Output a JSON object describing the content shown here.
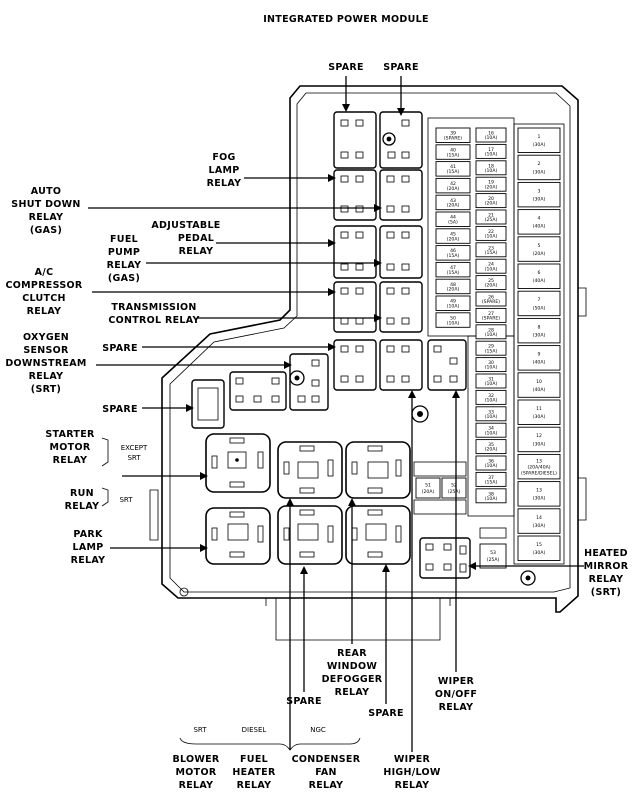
{
  "title": "INTEGRATED POWER MODULE",
  "labels": {
    "spare_top_1": "SPARE",
    "spare_top_2": "SPARE",
    "fog_lamp_relay": [
      "FOG",
      "LAMP",
      "RELAY"
    ],
    "auto_shut_down_relay": [
      "AUTO",
      "SHUT DOWN",
      "RELAY",
      "(GAS)"
    ],
    "adjustable_pedal_relay": [
      "ADJUSTABLE",
      "PEDAL",
      "RELAY"
    ],
    "fuel_pump_relay": [
      "FUEL",
      "PUMP",
      "RELAY",
      "(GAS)"
    ],
    "ac_compressor_clutch_relay": [
      "A/C",
      "COMPRESSOR",
      "CLUTCH",
      "RELAY"
    ],
    "transmission_control_relay": [
      "TRANSMISSION",
      "CONTROL RELAY"
    ],
    "spare_mid": "SPARE",
    "oxygen_sensor_downstream_relay": [
      "OXYGEN",
      "SENSOR",
      "DOWNSTREAM",
      "RELAY",
      "(SRT)"
    ],
    "spare_left": "SPARE",
    "starter_motor_relay": [
      "STARTER",
      "MOTOR",
      "RELAY"
    ],
    "except_srt": [
      "EXCEPT",
      "SRT"
    ],
    "run_relay": [
      "RUN",
      "RELAY"
    ],
    "srt_bracket": "SRT",
    "park_lamp_relay": [
      "PARK",
      "LAMP",
      "RELAY"
    ],
    "heated_mirror_relay": [
      "HEATED",
      "MIRROR",
      "RELAY",
      "(SRT)"
    ],
    "rear_window_defogger_relay": [
      "REAR",
      "WINDOW",
      "DEFOGGER",
      "RELAY"
    ],
    "spare_bottom_1": "SPARE",
    "spare_bottom_2": "SPARE",
    "wiper_on_off_relay": [
      "WIPER",
      "ON/OFF",
      "RELAY"
    ],
    "group_srt": "SRT",
    "group_diesel": "DIESEL",
    "group_ngc": "NGC",
    "blower_motor_relay": [
      "BLOWER",
      "MOTOR",
      "RELAY"
    ],
    "fuel_heater_relay": [
      "FUEL",
      "HEATER",
      "RELAY"
    ],
    "condenser_fan_relay": [
      "CONDENSER",
      "FAN",
      "RELAY"
    ],
    "wiper_high_low_relay": [
      "WIPER",
      "HIGH/LOW",
      "RELAY"
    ]
  },
  "mini_fuse_col1": [
    [
      "39",
      "(SPARE)"
    ],
    [
      "40",
      "(15A)"
    ],
    [
      "41",
      "(15A)"
    ],
    [
      "42",
      "(20A)"
    ],
    [
      "43",
      "(20A)"
    ],
    [
      "44",
      "(5A)"
    ],
    [
      "45",
      "(20A)"
    ],
    [
      "46",
      "(15A)"
    ],
    [
      "47",
      "(15A)"
    ],
    [
      "48",
      "(20A)"
    ],
    [
      "49",
      "(10A)"
    ],
    [
      "50",
      "(10A)"
    ]
  ],
  "mini_fuse_col2": [
    [
      "16",
      "(10A)"
    ],
    [
      "17",
      "(10A)"
    ],
    [
      "18",
      "(10A)"
    ],
    [
      "19",
      "(20A)"
    ],
    [
      "20",
      "(20A)"
    ],
    [
      "21",
      "(25A)"
    ],
    [
      "22",
      "(10A)"
    ],
    [
      "23",
      "(15A)"
    ],
    [
      "24",
      "(10A)"
    ],
    [
      "25",
      "(20A)"
    ],
    [
      "26",
      "(SPARE)"
    ],
    [
      "27",
      "(SPARE)"
    ],
    [
      "28",
      "(10A)"
    ],
    [
      "29",
      "(15A)"
    ],
    [
      "30",
      "(10A)"
    ],
    [
      "31",
      "(10A)"
    ],
    [
      "32",
      "(10A)"
    ],
    [
      "33",
      "(10A)"
    ],
    [
      "34",
      "(10A)"
    ],
    [
      "35",
      "(20A)"
    ],
    [
      "36",
      "(10A)"
    ],
    [
      "37",
      "(15A)"
    ],
    [
      "38",
      "(10A)"
    ]
  ],
  "mini_fuse_pair": [
    [
      "51",
      "(20A)"
    ],
    [
      "52",
      "(25A)"
    ]
  ],
  "mini_fuse_extra": [
    "53",
    "(25A)"
  ],
  "cartridge_fuses": [
    [
      "1",
      "(30A)"
    ],
    [
      "2",
      "(30A)"
    ],
    [
      "3",
      "(30A)"
    ],
    [
      "4",
      "(40A)"
    ],
    [
      "5",
      "(20A)"
    ],
    [
      "6",
      "(40A)"
    ],
    [
      "7",
      "(50A)"
    ],
    [
      "8",
      "(30A)"
    ],
    [
      "9",
      "(40A)"
    ],
    [
      "10",
      "(40A)"
    ],
    [
      "11",
      "(30A)"
    ],
    [
      "12",
      "(30A)"
    ],
    [
      "13",
      "(20A/40A)",
      "(SPARE/DIESEL)"
    ],
    [
      "13",
      "(30A)"
    ],
    [
      "14",
      "(30A)"
    ],
    [
      "15",
      "(30A)"
    ]
  ]
}
